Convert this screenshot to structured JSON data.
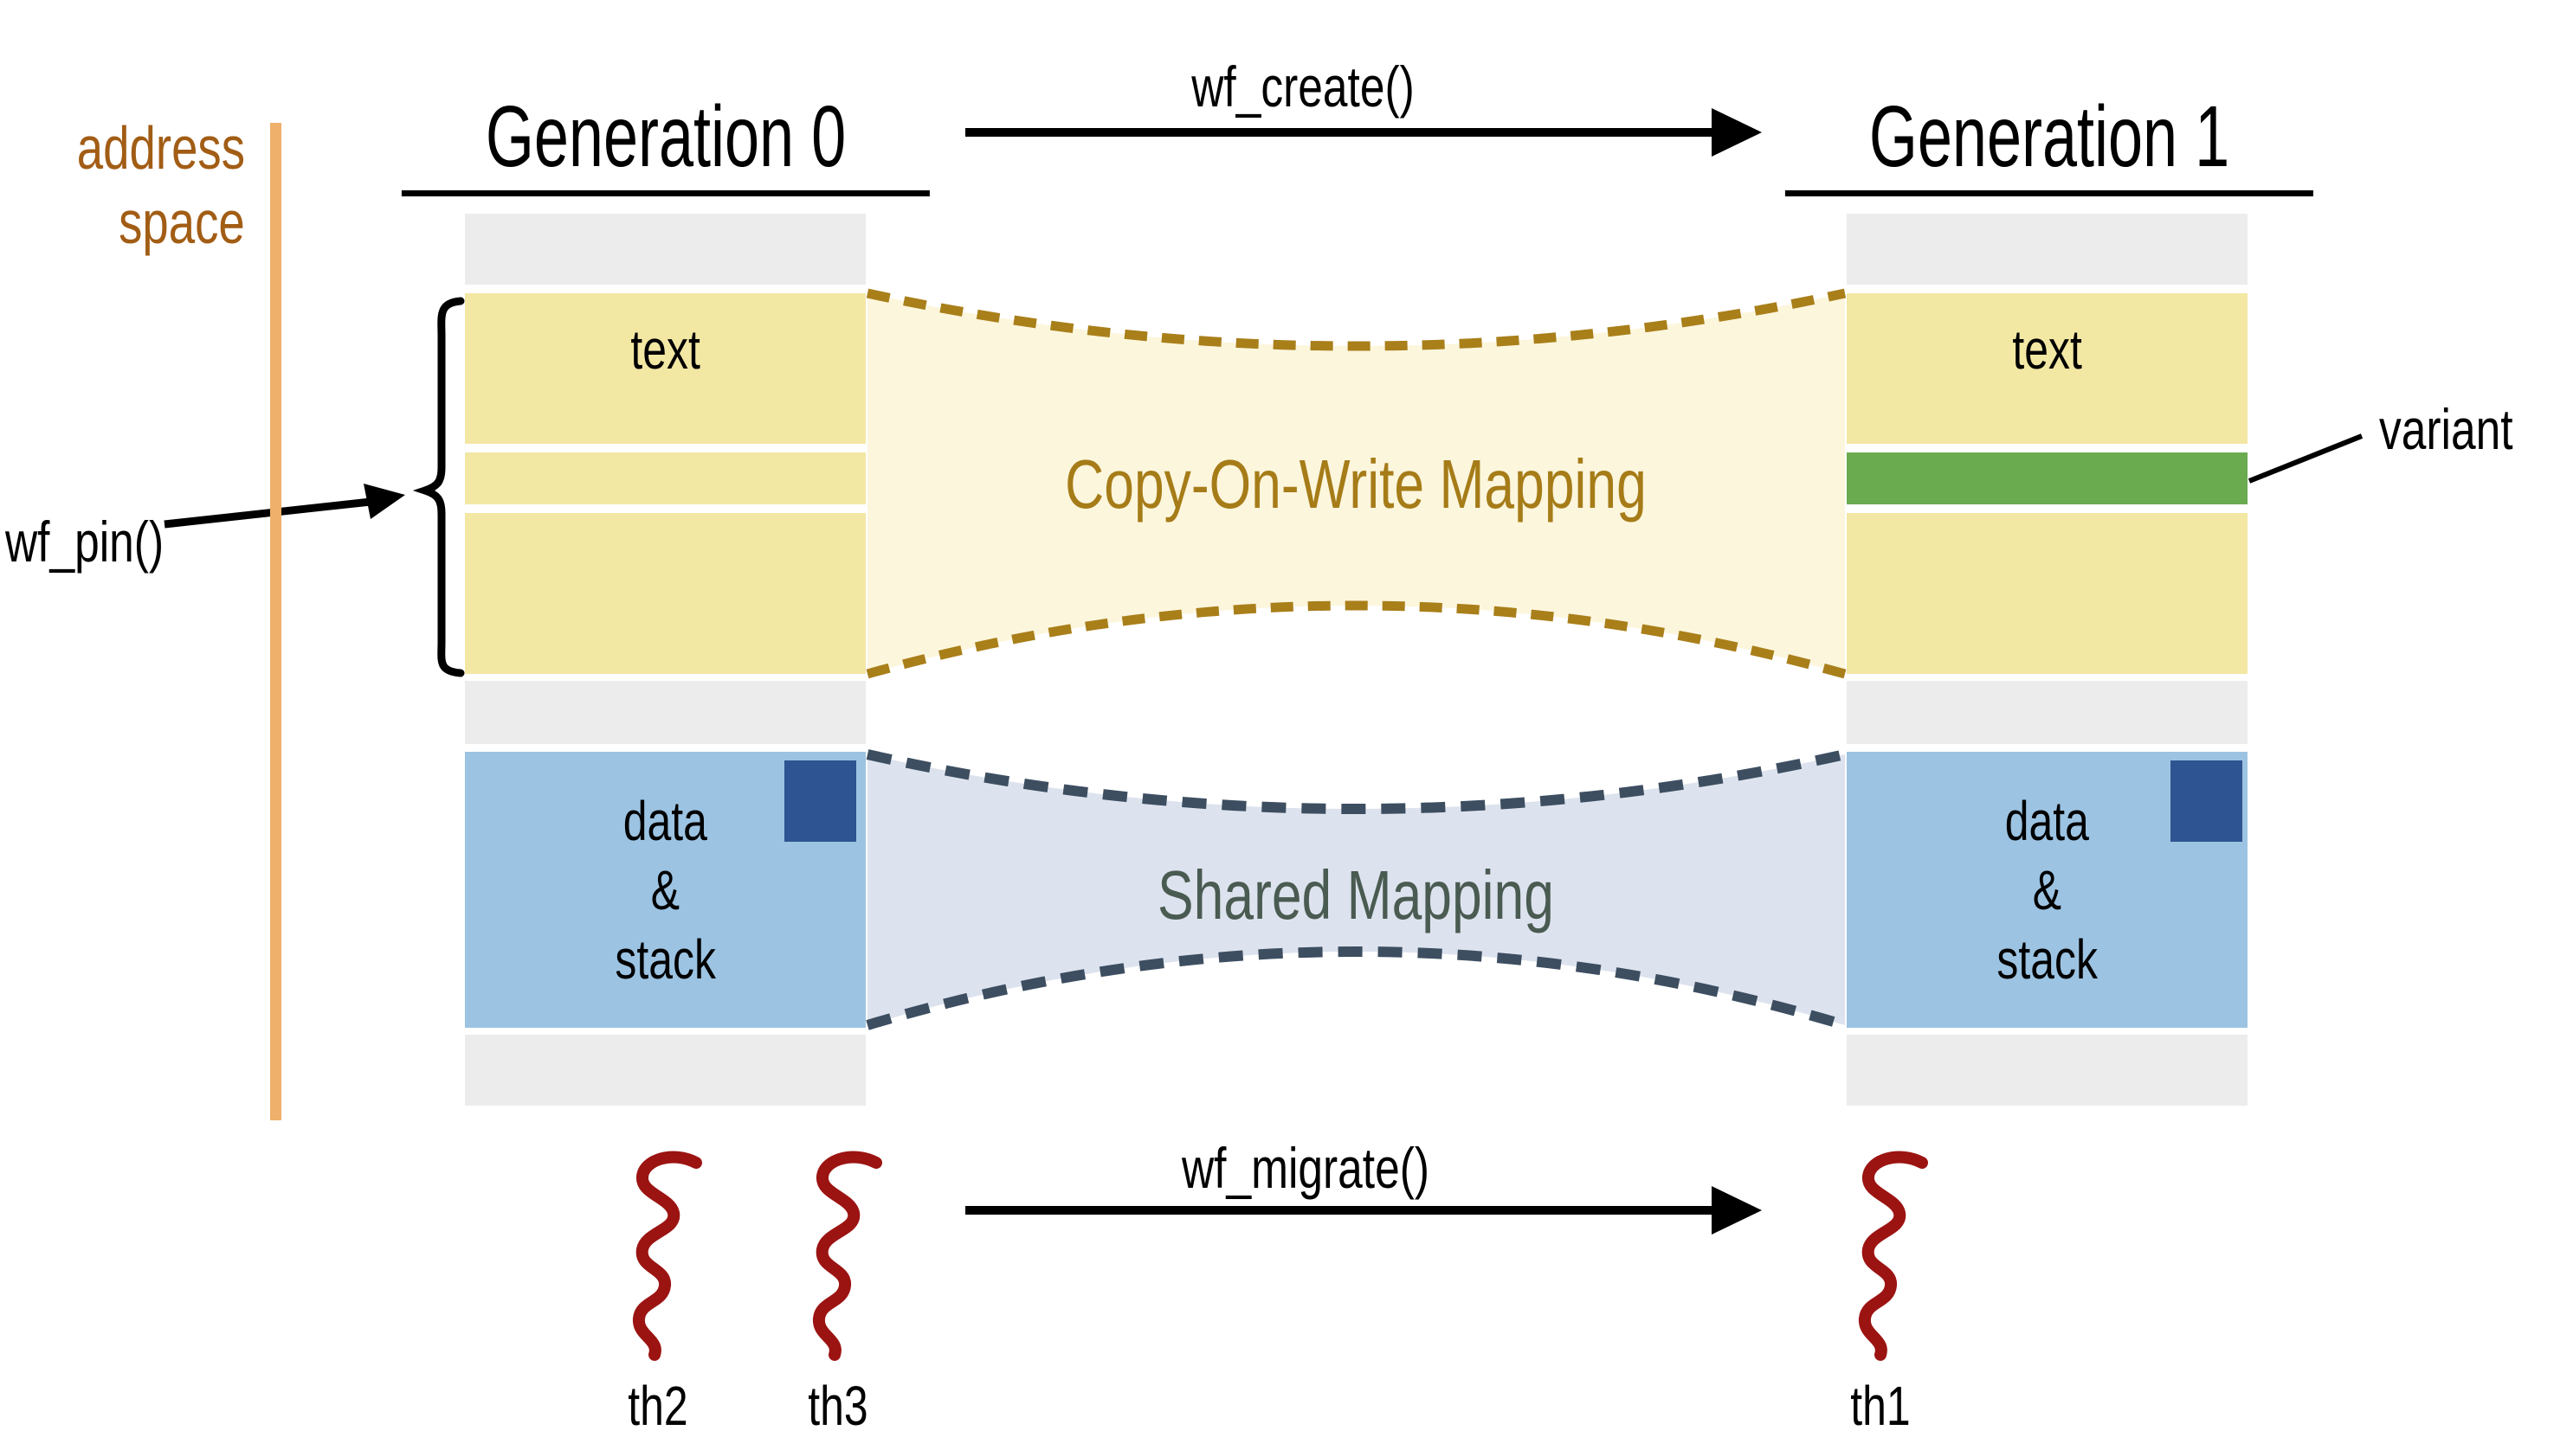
{
  "diagram": {
    "address_axis": {
      "line1": "address",
      "line2": "space"
    },
    "generation0": {
      "title": "Generation 0"
    },
    "generation1": {
      "title": "Generation 1"
    },
    "operations": {
      "create": "wf_create()",
      "pin": "wf_pin()",
      "migrate": "wf_migrate()"
    },
    "mappings": {
      "cow": "Copy-On-Write Mapping",
      "shared": "Shared Mapping"
    },
    "segments": {
      "text_label": "text",
      "data_line1": "data",
      "data_line2": "&",
      "data_line3": "stack"
    },
    "variant_label": "variant",
    "threads": {
      "th1": "th1",
      "th2": "th2",
      "th3": "th3"
    },
    "colors": {
      "axis_orange": "#eeb06a",
      "axis_label_brown": "#a25d15",
      "segment_yellow": "#f3e7a4",
      "segment_gray": "#ececec",
      "segment_blue": "#9cc3e2",
      "locked_square_blue": "#2e5492",
      "variant_green": "#6aab4f",
      "cow_fill": "#fcf6dd",
      "cow_accent": "#a97f1a",
      "shared_fill": "#dde3ee",
      "shared_dash": "#3d4e61",
      "shared_text": "#4a5b52",
      "thread_red": "#9b1412"
    }
  }
}
